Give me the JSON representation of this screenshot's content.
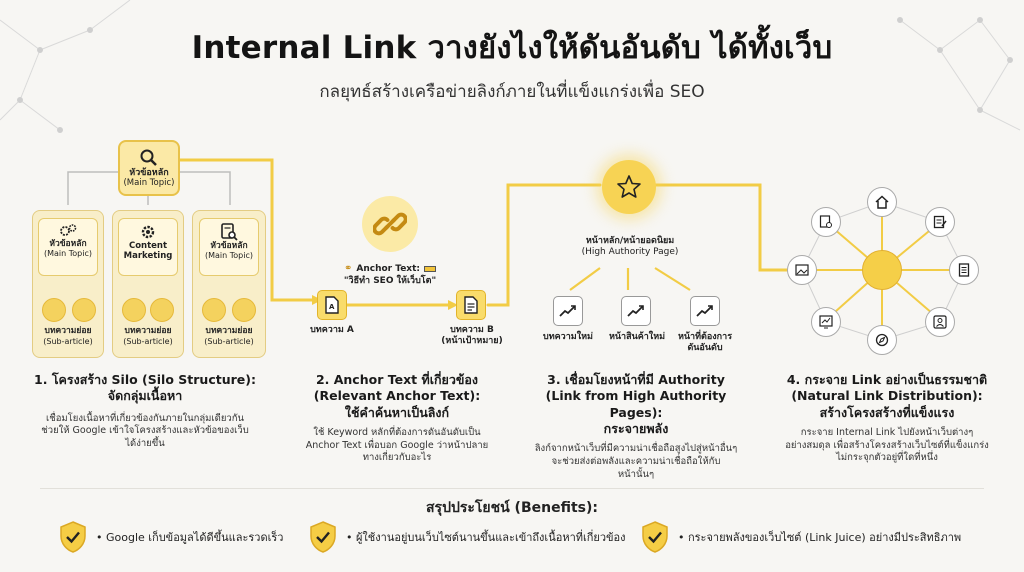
{
  "header": {
    "title": "Internal Link วางยังไงให้ดันอันดับ ได้ทั้งเว็บ",
    "subtitle": "กลยุทธ์สร้างเครือข่ายลิงก์ภายในที่แข็งแกร่งเพื่อ SEO"
  },
  "silo": {
    "main_topic": "หัวข้อหลัก",
    "main_topic_en": "(Main Topic)",
    "columns": [
      {
        "label": "หัวข้อหลัก",
        "label_en": "(Main Topic)",
        "icon": "gears-icon"
      },
      {
        "label": "Content",
        "label_en": "Marketing",
        "icon": "gear-icon"
      },
      {
        "label": "หัวข้อหลัก",
        "label_en": "(Main Topic)",
        "icon": "search-doc-icon"
      }
    ],
    "sub_article": "บทความย่อย",
    "sub_article_en": "(Sub-article)"
  },
  "anchor": {
    "label": "Anchor Text:",
    "text": "\"วิธีทำ SEO ให้เว็บโต\"",
    "article_a": "บทความ A",
    "article_b": "บทความ B",
    "article_b_sub": "(หน้าเป้าหมาย)"
  },
  "authority": {
    "home_label": "หน้าหลัก/หน้ายอดนิยม",
    "home_sub": "(High Authority Page)",
    "targets": [
      "บทความใหม่",
      "หน้าสินค้าใหม่",
      "หน้าที่ต้องการ",
      "ดันอันดับ"
    ]
  },
  "steps": [
    {
      "title1": "1. โครงสร้าง Silo (Silo Structure):",
      "title2": "จัดกลุ่มเนื้อหา",
      "desc1": "เชื่อมโยงเนื้อหาที่เกี่ยวข้องกันภายในกลุ่มเดียวกัน",
      "desc2": "ช่วยให้ Google เข้าใจโครงสร้างและหัวข้อของเว็บ",
      "desc3": "ได้ง่ายขึ้น"
    },
    {
      "title1": "2. Anchor Text ที่เกี่ยวข้อง",
      "title2": "(Relevant Anchor Text):",
      "title3": "ใช้คำค้นหาเป็นลิงก์",
      "desc1": "ใช้ Keyword หลักที่ต้องการดันอันดับเป็น",
      "desc2": "Anchor Text เพื่อบอก Google ว่าหน้าปลาย",
      "desc3": "ทางเกี่ยวกับอะไร"
    },
    {
      "title1": "3. เชื่อมโยงหน้าที่มี Authority",
      "title2": "(Link from High Authority Pages):",
      "title3": "กระจายพลัง",
      "desc1": "ลิงก์จากหน้าเว็บที่มีความน่าเชื่อถือสูงไปสู่หน้าอื่นๆ",
      "desc2": "จะช่วยส่งต่อพลังและความน่าเชื่อถือให้กับ",
      "desc3": "หน้านั้นๆ"
    },
    {
      "title1": "4. กระจาย Link อย่างเป็นธรรมชาติ",
      "title2": "(Natural Link Distribution):",
      "title3": "สร้างโครงสร้างที่แข็งแรง",
      "desc1": "กระจาย Internal Link ไปยังหน้าเว็บต่างๆ",
      "desc2": "อย่างสมดุล เพื่อสร้างโครงสร้างเว็บไซต์ที่แข็งแกร่ง",
      "desc3": "ไม่กระจุกตัวอยู่ที่ใดที่หนึ่ง"
    }
  ],
  "benefits": {
    "title": "สรุปประโยชน์ (Benefits):",
    "items": [
      "• Google เก็บข้อมูลได้ดีขึ้นและรวดเร็ว",
      "• ผู้ใช้งานอยู่บนเว็บไซต์นานขึ้นและเข้าถึงเนื้อหาที่เกี่ยวข้อง",
      "• กระจายพลังของเว็บไซต์ (Link Juice) อย่างมีประสิทธิภาพ"
    ]
  },
  "colors": {
    "gold": "#f4c83c",
    "light_gold": "#fbe9a6",
    "text": "#222222",
    "background": "#f7f6f3"
  }
}
